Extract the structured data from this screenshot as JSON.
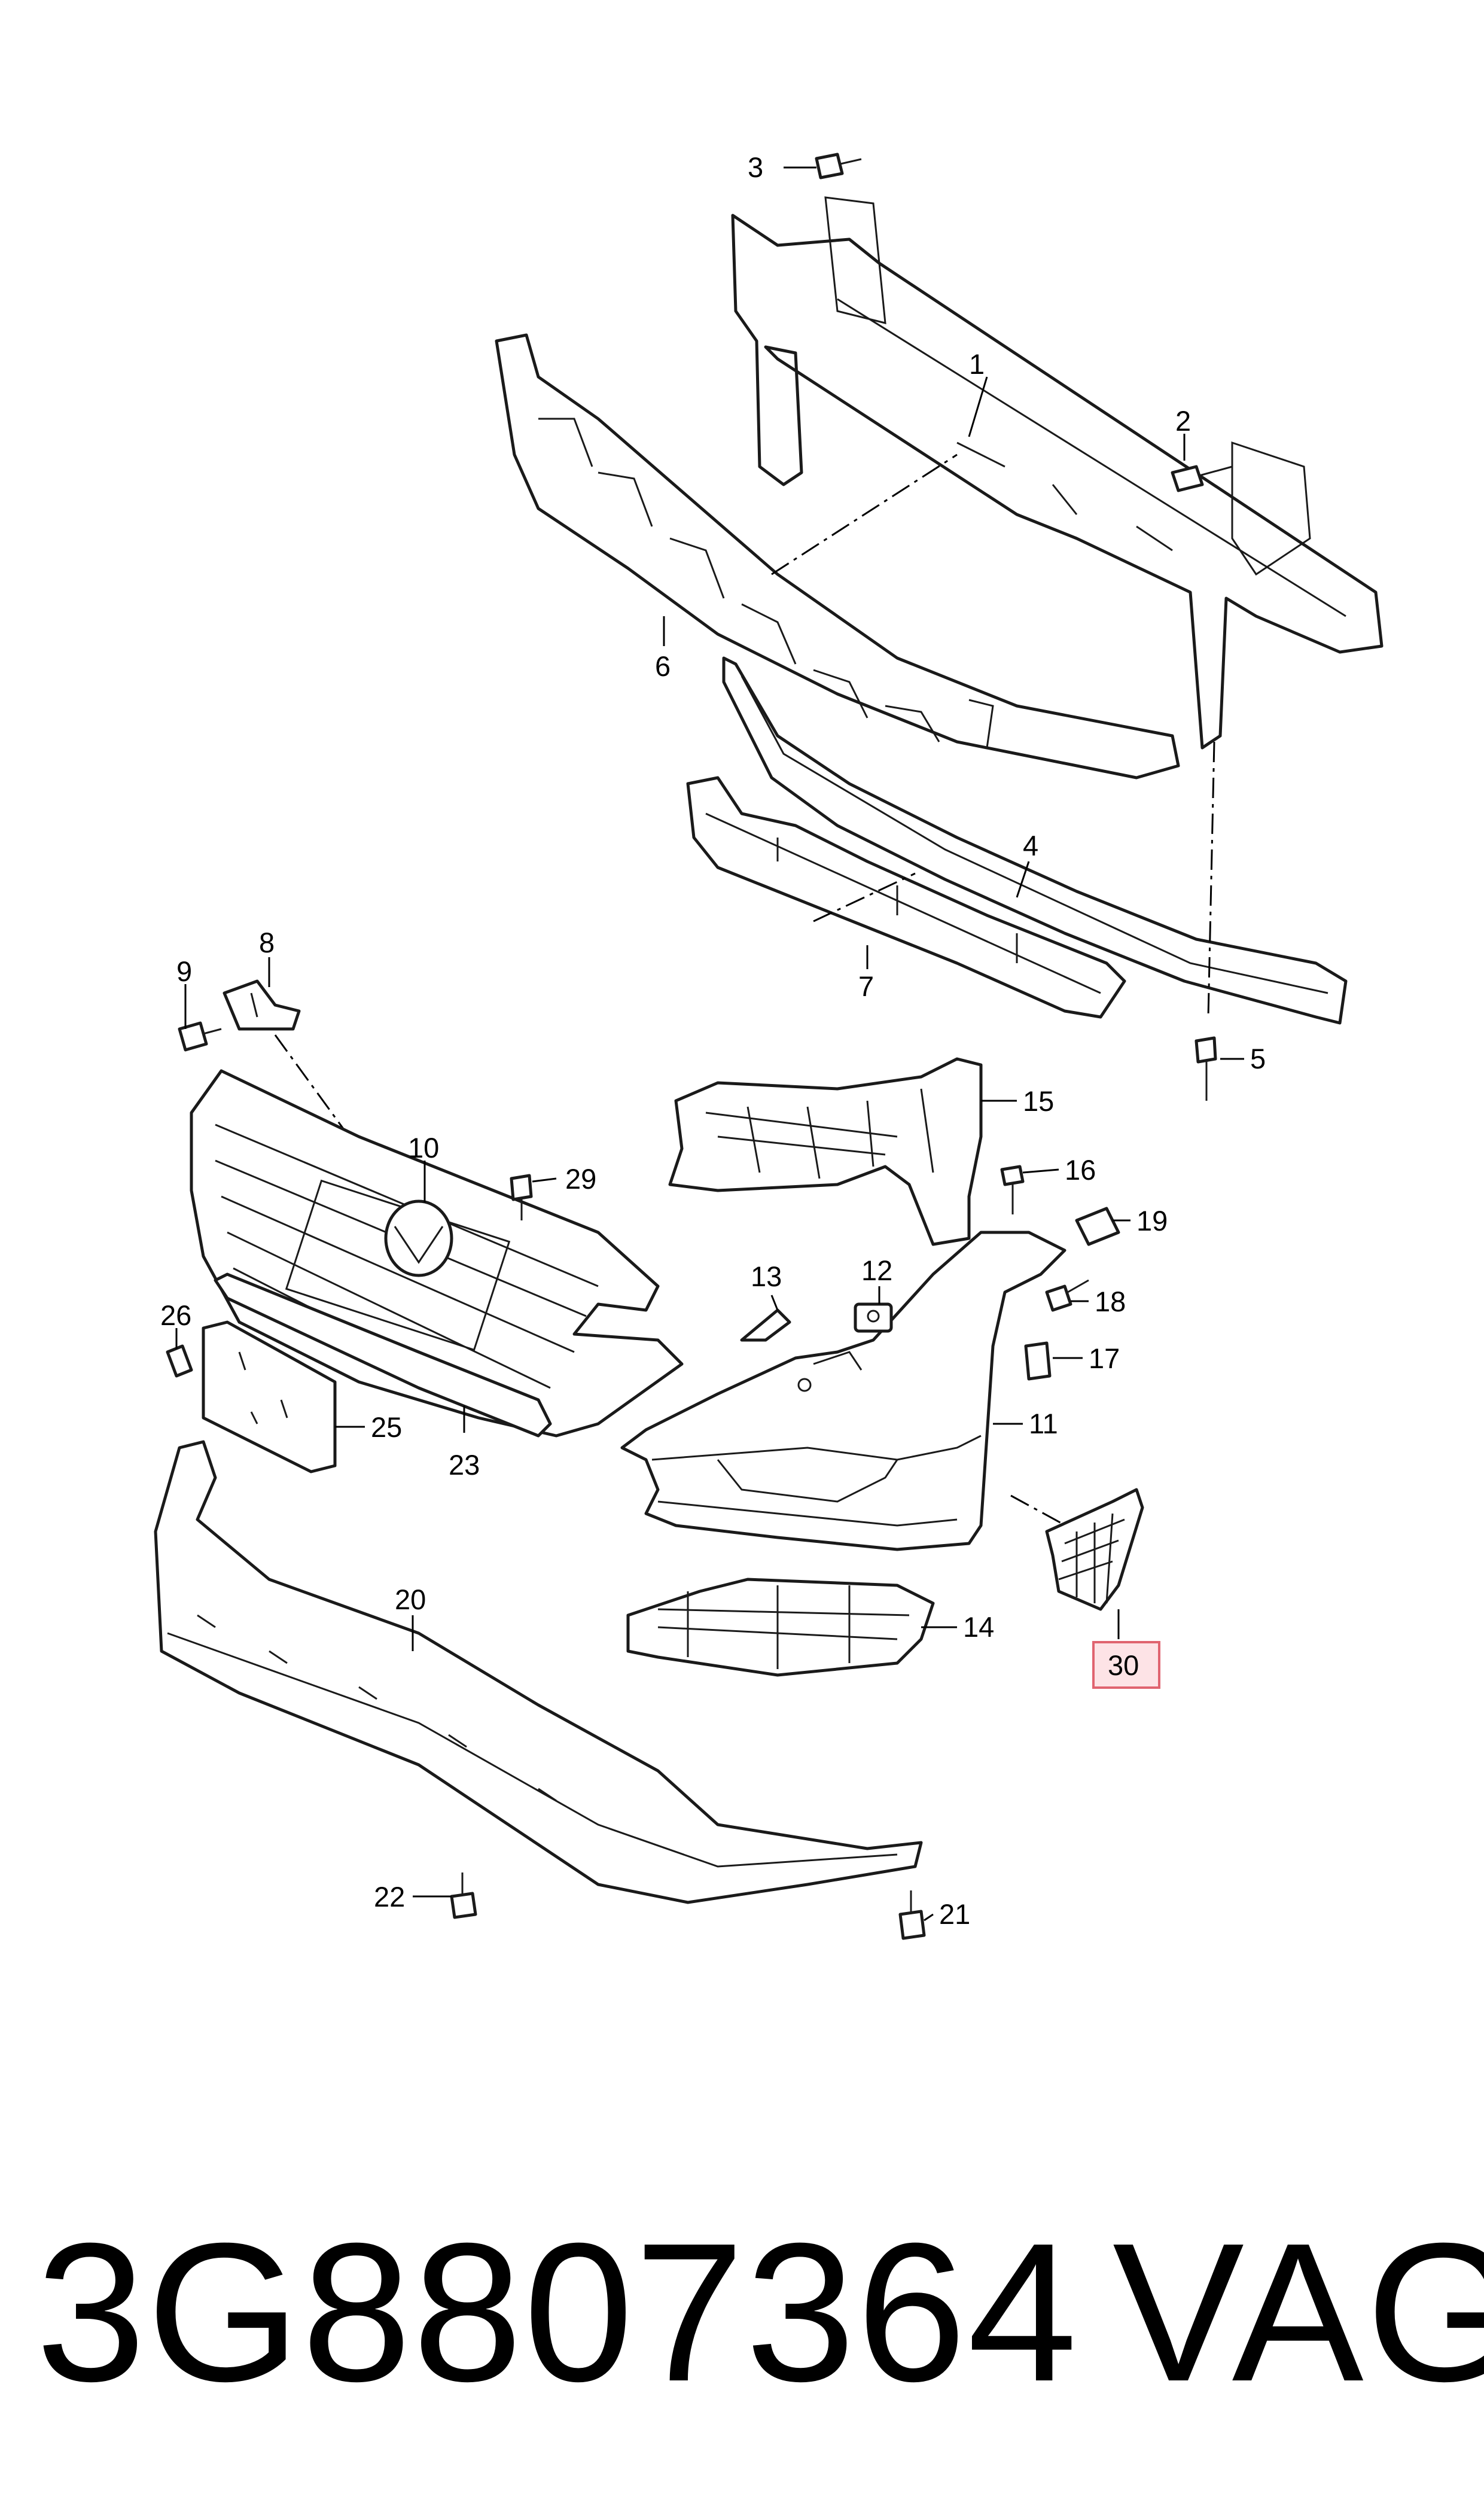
{
  "diagram": {
    "callouts": [
      "1",
      "2",
      "3",
      "4",
      "5",
      "6",
      "7",
      "8",
      "9",
      "10",
      "11",
      "12",
      "13",
      "14",
      "15",
      "16",
      "17",
      "18",
      "19",
      "20",
      "21",
      "22",
      "23",
      "25",
      "26",
      "29",
      "30"
    ],
    "highlighted_callout": "30",
    "highlight_color": "#e06470",
    "highlight_fill": "#fde3e6"
  },
  "footer": {
    "part_number": "3G8807364",
    "brand": "VAG"
  }
}
